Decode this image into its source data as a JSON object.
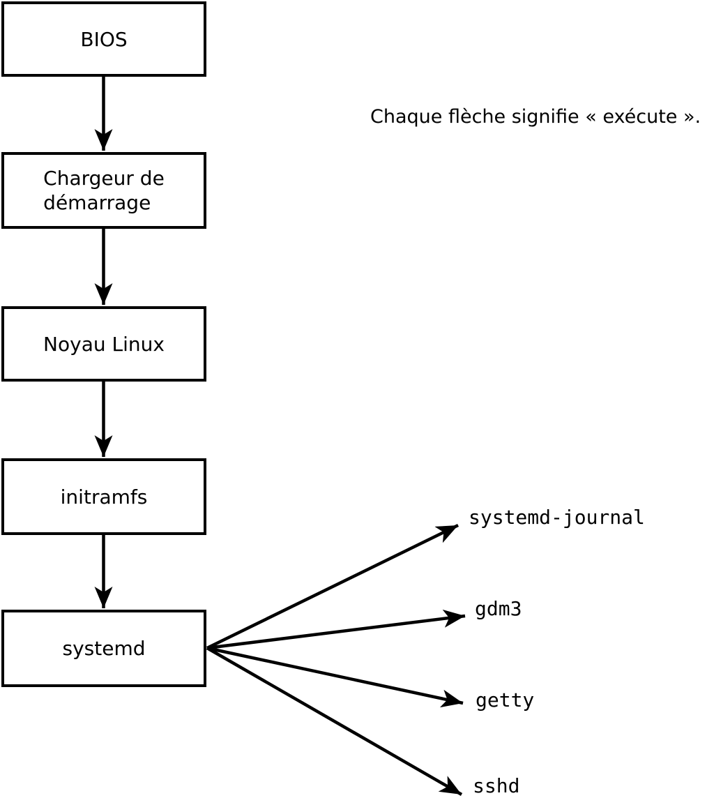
{
  "annotation": {
    "text": "Chaque flèche signifie « exécute »."
  },
  "boot_sequence": {
    "stages": [
      {
        "label": "BIOS"
      },
      {
        "label": "Chargeur de\ndémarrage"
      },
      {
        "label": "Noyau Linux"
      },
      {
        "label": "initramfs"
      },
      {
        "label": "systemd"
      }
    ]
  },
  "spawned_services": [
    {
      "label": "systemd-journal"
    },
    {
      "label": "gdm3"
    },
    {
      "label": "getty"
    },
    {
      "label": "sshd"
    }
  ],
  "colors": {
    "line": "#000000",
    "text": "#000000",
    "box_fill": "#ffffff",
    "background": "#ffffff"
  }
}
